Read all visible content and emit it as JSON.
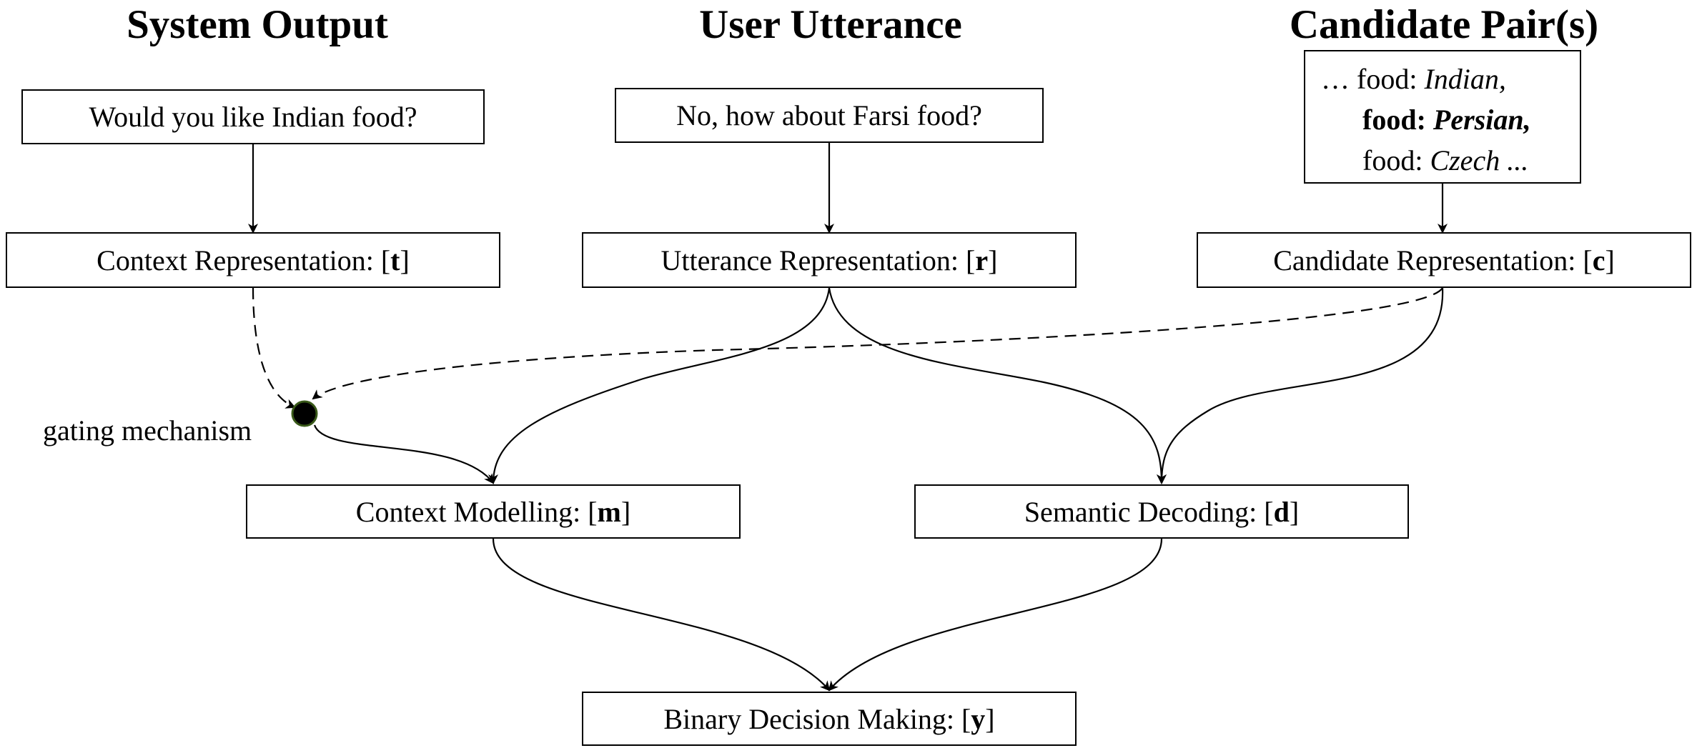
{
  "headings": {
    "system_output": "System Output",
    "user_utterance": "User Utterance",
    "candidate_pairs": "Candidate Pair(s)"
  },
  "inputs": {
    "system_output_text": "Would you like Indian food?",
    "user_utterance_text": "No, how about Farsi food?",
    "candidate_lines": [
      {
        "prefix": "… ",
        "slot": "food:",
        "value": "Indian,",
        "bold": false
      },
      {
        "prefix": "",
        "slot": "food:",
        "value": "Persian,",
        "bold": true
      },
      {
        "prefix": "",
        "slot": "food:",
        "value": "Czech ...",
        "bold": false
      }
    ]
  },
  "nodes": {
    "context_repr": {
      "label": "Context Representation: [",
      "symbol": "t",
      "close": "]"
    },
    "utterance_repr": {
      "label": "Utterance Representation: [",
      "symbol": "r",
      "close": "]"
    },
    "candidate_repr": {
      "label": "Candidate Representation: [",
      "symbol": "c",
      "close": "]"
    },
    "context_modelling": {
      "label": "Context Modelling: [",
      "symbol": "m",
      "close": "]"
    },
    "semantic_decoding": {
      "label": "Semantic Decoding: [",
      "symbol": "d",
      "close": "]"
    },
    "binary_decision": {
      "label": "Binary Decision Making: [",
      "symbol": "y",
      "close": "]"
    }
  },
  "gating_label": "gating mechanism",
  "colors": {
    "gate_fill": "#000000",
    "gate_stroke": "#3a5a1a",
    "line": "#000000"
  }
}
